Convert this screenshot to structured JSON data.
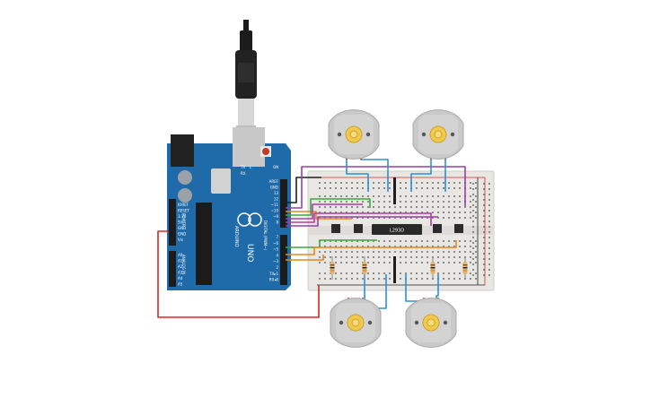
{
  "arduino": {
    "brand": "ARDUINO",
    "model": "UNO",
    "top_header_labels": [
      "AREF",
      "GND",
      "13",
      "12",
      "~11",
      "~10",
      "~9",
      "8"
    ],
    "bottom_header_labels": [
      "7",
      "~6",
      "~5",
      "4",
      "~3",
      "2",
      "TX▸1",
      "RX◂0"
    ],
    "digital_label": "DIGITAL (PWM~)",
    "power_labels": [
      "IOREF",
      "RESET",
      "3.3V",
      "5V",
      "GND",
      "GND",
      "Vin"
    ],
    "power_section_label": "POWER",
    "analog_labels": [
      "A0",
      "A1",
      "A2",
      "A3",
      "A4",
      "A5"
    ],
    "analog_section_label": "ANALOG IN",
    "tx_label": "TX",
    "rx_label": "RX",
    "l_label": "L",
    "on_label": "ON",
    "colors": {
      "board": "#1f6aa8",
      "board_dark": "#17568a",
      "header": "#1b1b1b"
    }
  },
  "chip": {
    "label": "L293D",
    "color": "#2a2a2a"
  },
  "motors": [
    {
      "id": "motor-top-left",
      "shaft_color": "#f2c94c"
    },
    {
      "id": "motor-top-right",
      "shaft_color": "#f2c94c"
    },
    {
      "id": "motor-bottom-left",
      "shaft_color": "#f2c94c"
    },
    {
      "id": "motor-bottom-right",
      "shaft_color": "#f2c94c"
    }
  ],
  "wire_colors": {
    "red": "#d8281e",
    "black": "#1e1e1e",
    "blue": "#2a8fd8",
    "purple": "#9b3ea8",
    "orange": "#e9851c",
    "green": "#3aa83a",
    "magenta": "#b23aa0"
  },
  "breadboard": {
    "color": "#e9e7e4",
    "hole": "#8a8a8a"
  }
}
